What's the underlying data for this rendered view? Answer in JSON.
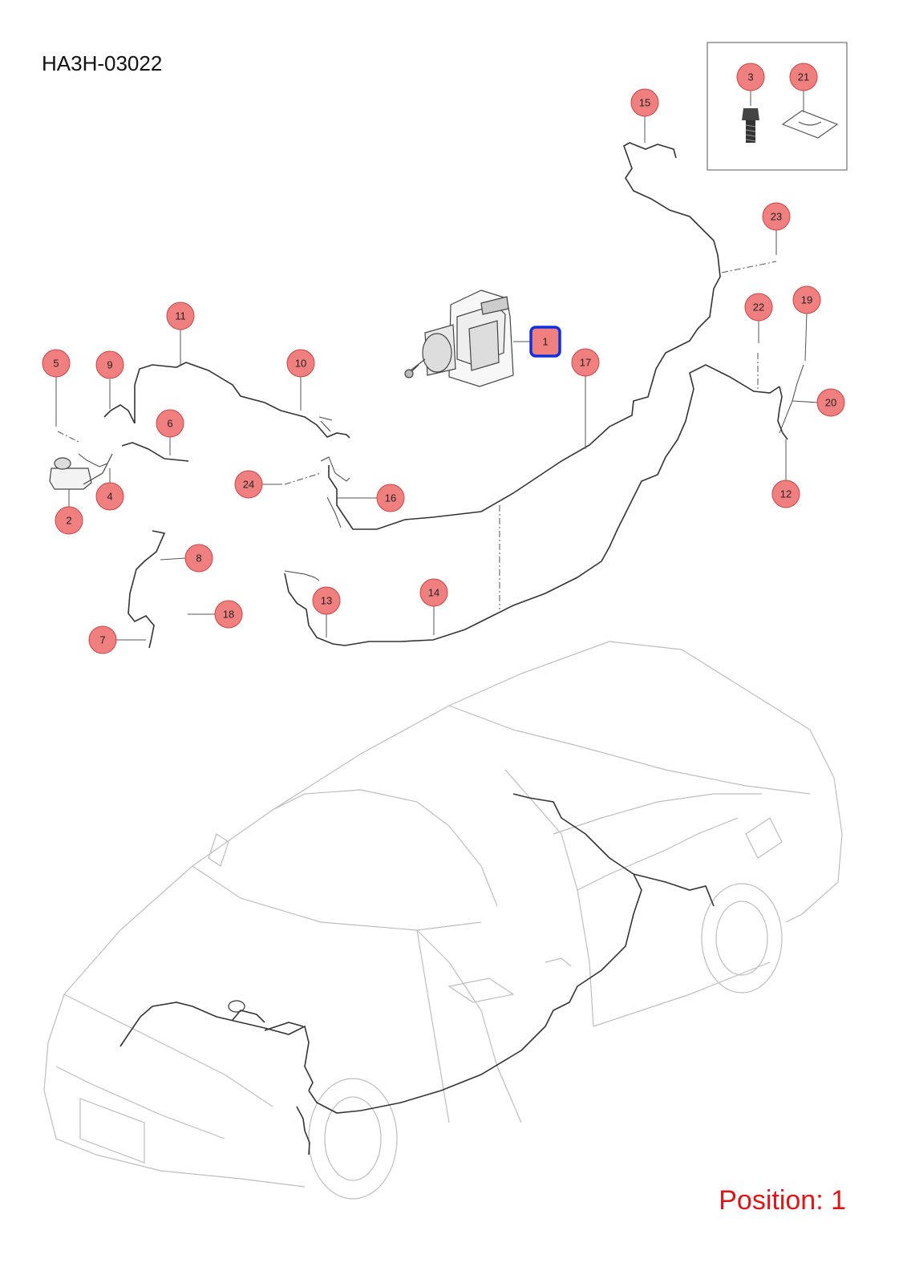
{
  "diagram_code": "HA3H-03022",
  "position_label": "Position: 1",
  "selected_callout": "1",
  "callouts": [
    {
      "id": "1"
    },
    {
      "id": "2"
    },
    {
      "id": "3"
    },
    {
      "id": "4"
    },
    {
      "id": "5"
    },
    {
      "id": "6"
    },
    {
      "id": "7"
    },
    {
      "id": "8"
    },
    {
      "id": "9"
    },
    {
      "id": "10"
    },
    {
      "id": "11"
    },
    {
      "id": "12"
    },
    {
      "id": "13"
    },
    {
      "id": "14"
    },
    {
      "id": "15"
    },
    {
      "id": "16"
    },
    {
      "id": "17"
    },
    {
      "id": "18"
    },
    {
      "id": "19"
    },
    {
      "id": "20"
    },
    {
      "id": "21"
    },
    {
      "id": "22"
    },
    {
      "id": "23"
    },
    {
      "id": "24"
    }
  ],
  "colors": {
    "callout_fill": "#f08080",
    "selected_outline": "#1030e0",
    "position_text": "#e01515"
  }
}
